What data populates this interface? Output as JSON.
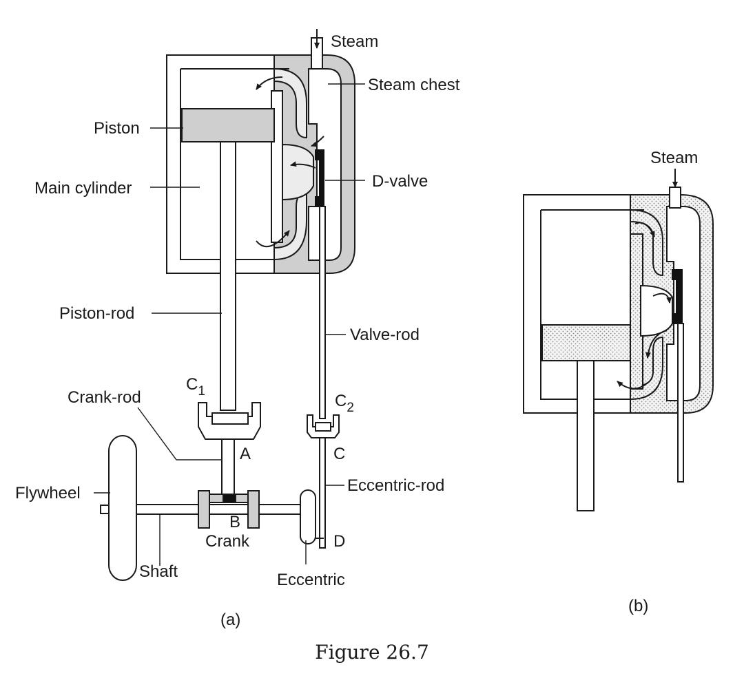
{
  "colors": {
    "line": "#1a1a1a",
    "shade": "#cfcfcf",
    "light": "#ececec",
    "dots": "#9a9a9a"
  },
  "panel_a": {
    "steam": "Steam",
    "steam_chest": "Steam chest",
    "piston": "Piston",
    "main_cylinder": "Main cylinder",
    "d_valve": "D-valve",
    "piston_rod": "Piston-rod",
    "valve_rod": "Valve-rod",
    "c1": "C",
    "c1_sub": "1",
    "c2": "C",
    "c2_sub": "2",
    "crank_rod": "Crank-rod",
    "point_a": "A",
    "point_c": "C",
    "flywheel": "Flywheel",
    "eccentric_rod": "Eccentric-rod",
    "point_b": "B",
    "crank": "Crank",
    "point_d": "D",
    "shaft": "Shaft",
    "eccentric": "Eccentric",
    "label": "(a)"
  },
  "panel_b": {
    "steam": "Steam",
    "label": "(b)"
  },
  "caption": "Figure 26.7"
}
